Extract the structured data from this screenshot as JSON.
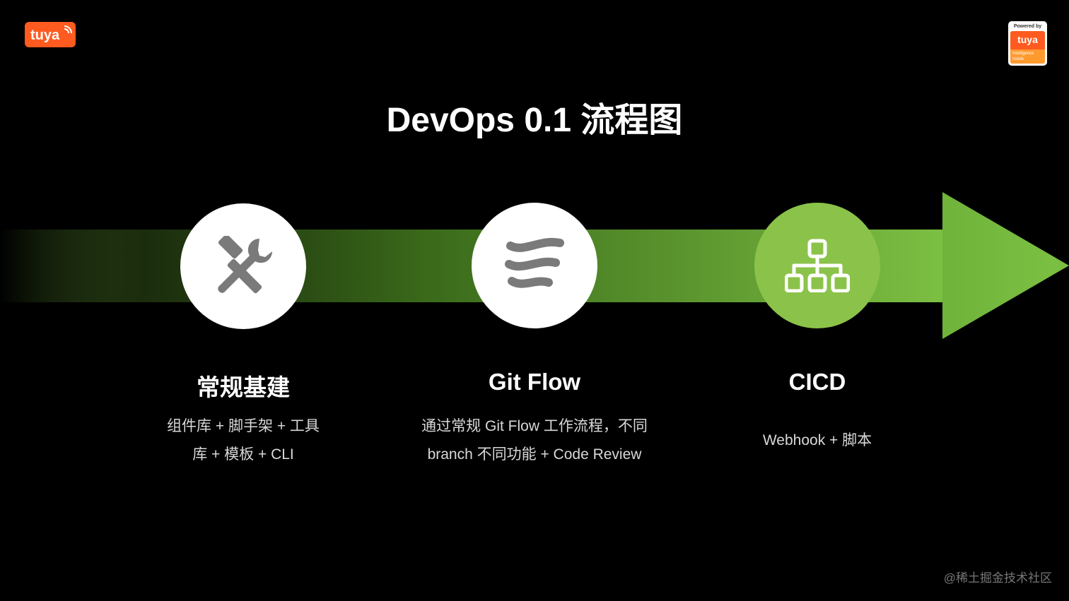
{
  "brand": {
    "logo_text": "tuya",
    "badge_powered": "Powered by",
    "badge_logo_text": "tuya",
    "badge_tagline": "Intelligence Inside",
    "color": "#ff5a1f"
  },
  "title": "DevOps 0.1 流程图",
  "colors": {
    "arrow_green": "#7cc043",
    "node_active": "#8bc34a",
    "icon_gray": "#7a7a7a"
  },
  "steps": [
    {
      "icon": "tools-icon",
      "title": "常规基建",
      "desc_lines": [
        "组件库 + 脚手架 + 工具",
        "库 + 模板 + CLI"
      ]
    },
    {
      "icon": "git-flow-icon",
      "title": "Git Flow",
      "desc_lines": [
        "通过常规 Git Flow 工作流程，不同",
        "branch 不同功能 + Code Review"
      ]
    },
    {
      "icon": "sitemap-icon",
      "title": "CICD",
      "desc_lines": [
        "Webhook + 脚本"
      ]
    }
  ],
  "watermark": "@稀土掘金技术社区"
}
